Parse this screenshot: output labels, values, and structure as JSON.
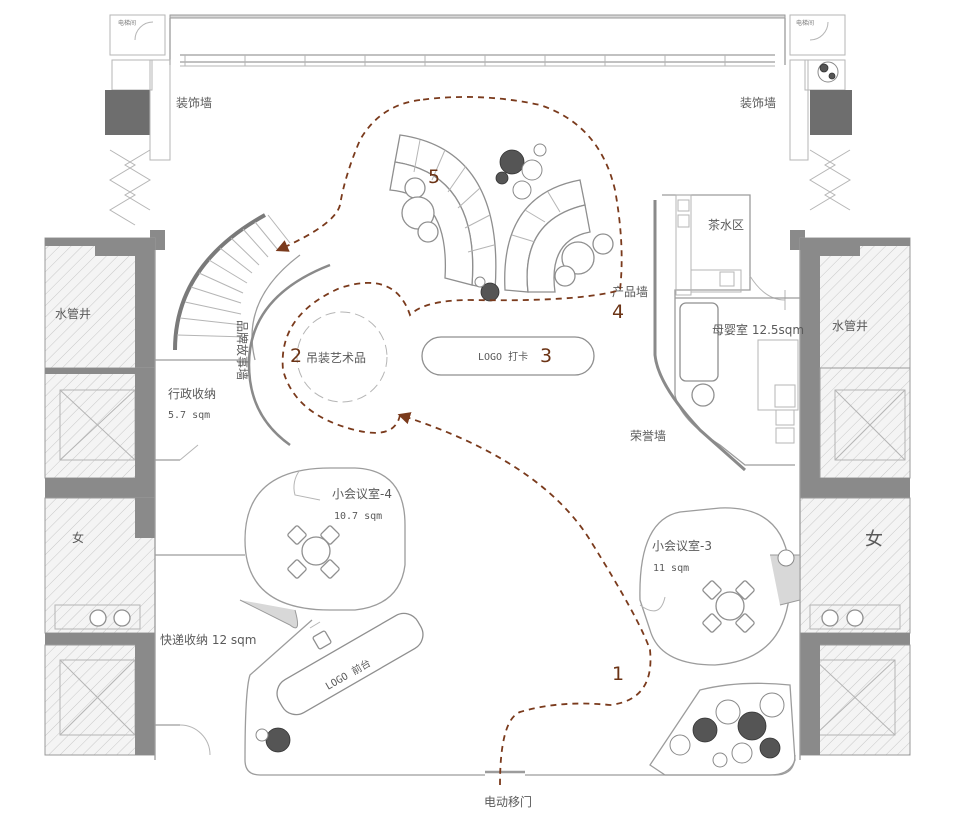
{
  "rooms": {
    "deco_wall_left": "装饰墙",
    "deco_wall_right": "装饰墙",
    "tea_area": "茶水区",
    "product_wall": "产品墙",
    "mother_room": "母婴室 12.5sqm",
    "water_pipe_left": "水管井",
    "water_pipe_right": "水管井",
    "brand_wall": "品牌故事墙",
    "admin_storage": "行政收纳",
    "admin_storage_area": "5.7 sqm",
    "hanging_art": "吊装艺术品",
    "logo_checkin": "LOGO 打卡",
    "honor_wall": "荣誉墙",
    "meeting_room_4": "小会议室-4",
    "meeting_room_4_area": "10.7 sqm",
    "meeting_room_3": "小会议室-3",
    "meeting_room_3_area": "11 sqm",
    "female_left": "女",
    "female_right": "女",
    "express_storage": "快递收纳 12 sqm",
    "logo_reception": "LOGO 前台",
    "electric_door": "电动移门",
    "tiny_left": "电梯间",
    "tiny_right": "电梯间"
  },
  "route_steps": [
    "1",
    "2",
    "3",
    "4",
    "5"
  ]
}
